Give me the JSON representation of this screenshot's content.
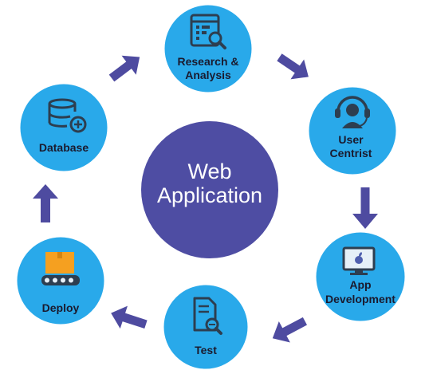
{
  "center": {
    "line1": "Web",
    "line2": "Application"
  },
  "nodes": {
    "research": {
      "line1": "Research &",
      "line2": "Analysis",
      "icon": "search-report-icon"
    },
    "user": {
      "line1": "User",
      "line2": "Centrist",
      "icon": "user-headset-icon"
    },
    "app": {
      "line1": "App",
      "line2": "Development",
      "icon": "apple-monitor-icon"
    },
    "test": {
      "line1": "Test",
      "icon": "document-search-icon"
    },
    "deploy": {
      "line1": "Deploy",
      "icon": "box-conveyor-icon"
    },
    "database": {
      "line1": "Database",
      "icon": "database-plus-icon"
    }
  },
  "colors": {
    "node_fill": "#29a9ea",
    "node_stroke": "#ffffff",
    "center_fill": "#4e4da3",
    "arrow": "#4e4ba0",
    "icon_dark": "#2d3e50",
    "icon_orange": "#f5a020"
  }
}
